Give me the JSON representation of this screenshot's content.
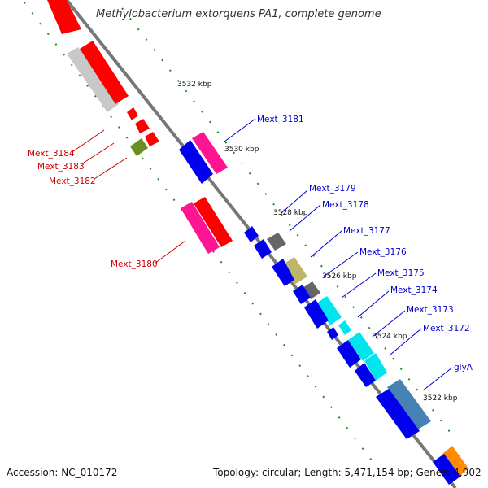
{
  "title": "Methylobacterium extorquens PA1, complete genome",
  "footer": {
    "accession": "Accession: NC_010172",
    "topology": "Topology: circular; Length: 5,471,154 bp; Genes: 4,902"
  },
  "kbp_labels": [
    "3532 kbp",
    "3530 kbp",
    "3528 kbp",
    "3526 kbp",
    "3524 kbp",
    "3522 kbp"
  ],
  "gene_labels_left": [
    "Mext_3184",
    "Mext_3183",
    "Mext_3182",
    "Mext_3180"
  ],
  "gene_labels_right": [
    "Mext_3181",
    "Mext_3179",
    "Mext_3178",
    "Mext_3177",
    "Mext_3176",
    "Mext_3175",
    "Mext_3174",
    "Mext_3173",
    "Mext_3172",
    "glyA"
  ],
  "colors": {
    "backbone": "#777777",
    "tick_green": "#228B22",
    "red": "#ff0000",
    "blue": "#0000ee",
    "pink": "#ff1493",
    "light_gray": "#c8c8c8",
    "olive": "#6b8e23",
    "dark_gray": "#666666",
    "khaki": "#bdb76b",
    "cyan": "#00e5ee",
    "steelblue": "#4682b4",
    "orange": "#ff8c00",
    "left_label": "#cc0000",
    "right_label": "#0000cc"
  }
}
